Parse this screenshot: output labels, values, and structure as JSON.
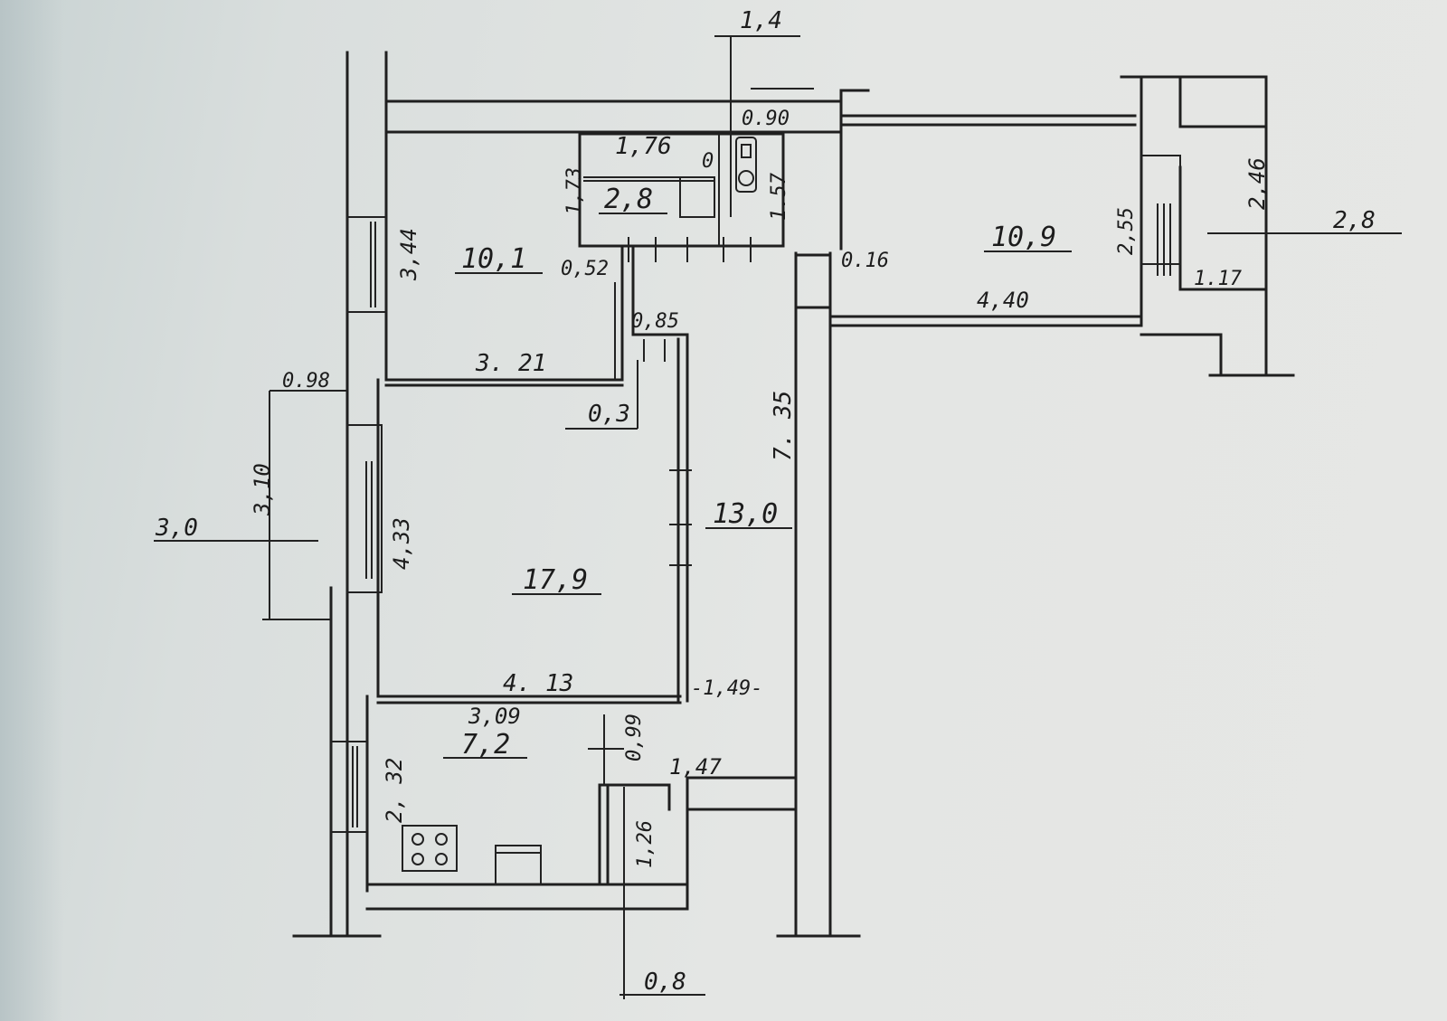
{
  "plan": {
    "areas": {
      "room_10_1": "10,1",
      "bath_2_8": "2,8",
      "room_10_9": "10,9",
      "room_17_9": "17,9",
      "room_13_0": "13,0",
      "kitchen_7_2": "7,2"
    },
    "dimensions": {
      "top_1_4": "1,4",
      "d_0_90": "0.90",
      "d_1_76": "1,76",
      "d_1_73": "1,73",
      "d_1_57": "1.57",
      "d_0_52": "0,52",
      "d_0_16": "0.16",
      "d_0_85": "0,85",
      "d_3_44": "3,44",
      "d_3_21": "3. 21",
      "d_0_3": "0,3",
      "d_0_98": "0.98",
      "d_3_10": "3,10",
      "d_3_0": "3,0",
      "d_4_33": "4,33",
      "d_7_35": "7. 35",
      "d_4_13": "4. 13",
      "d_1_49": "-1,49-",
      "d_3_09": "3,09",
      "d_0_99": "0,99",
      "d_2_32": "2, 32",
      "d_1_47": "1,47",
      "d_1_26": "1,26",
      "d_0_8": "0,8",
      "d_2_55": "2,55",
      "d_2_46": "2,46",
      "d_2_8_right": "2,8",
      "d_1_17": "1.17",
      "d_4_40": "4,40"
    },
    "symbols": {
      "wc_marker": "0"
    },
    "colors": {
      "paper": "#e4e6e4",
      "ink": "#1f1f1f"
    }
  }
}
